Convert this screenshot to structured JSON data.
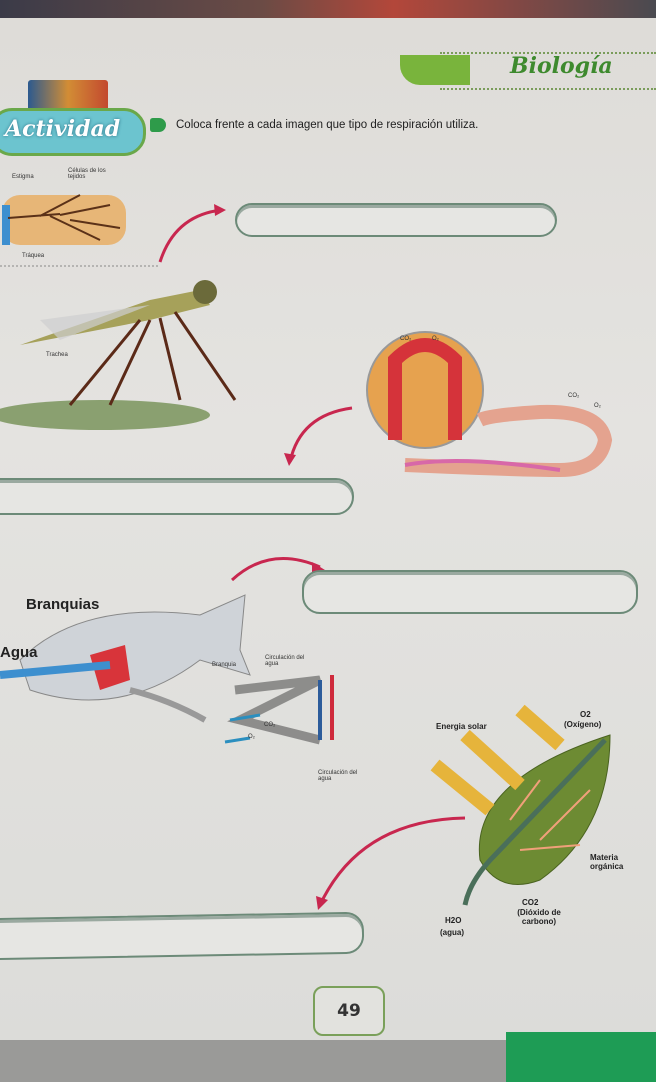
{
  "header": {
    "subject": "Biología",
    "activity_badge": "Actividad"
  },
  "instruction": {
    "number_icon": "leaf-number-1-icon",
    "text": "Coloca frente a cada imagen que tipo de respiración utiliza."
  },
  "insect": {
    "labels": {
      "stigma": "Estigma",
      "cells": "Células de los tejidos",
      "trachea_es": "Tráquea",
      "trachea": "Trachea"
    }
  },
  "worm": {
    "labels": {
      "co2": "CO₂",
      "o2": "O₂",
      "co2_b": "CO₂",
      "o2_b": "O₂"
    }
  },
  "fish": {
    "labels": {
      "gills": "Branquias",
      "water": "Agua",
      "gill": "Branquia",
      "water_flow_1": "Circulación del agua",
      "water_flow_2": "Circulación del agua",
      "co2": "CO₂",
      "o2": "O₂"
    }
  },
  "leaf": {
    "labels": {
      "solar": "Energia solar",
      "o2": "O2",
      "o2_name": "(Oxígeno)",
      "organic": "Materia orgánica",
      "co2": "CO2",
      "co2_name": "(Dióxido de carbono)",
      "h2o": "H2O",
      "h2o_name": "(agua)"
    }
  },
  "answers": [
    "",
    "",
    "",
    ""
  ],
  "page_number": "49",
  "colors": {
    "arrow": "#c8274f",
    "accent_green": "#79b43c",
    "box_border": "#6c8a78"
  }
}
